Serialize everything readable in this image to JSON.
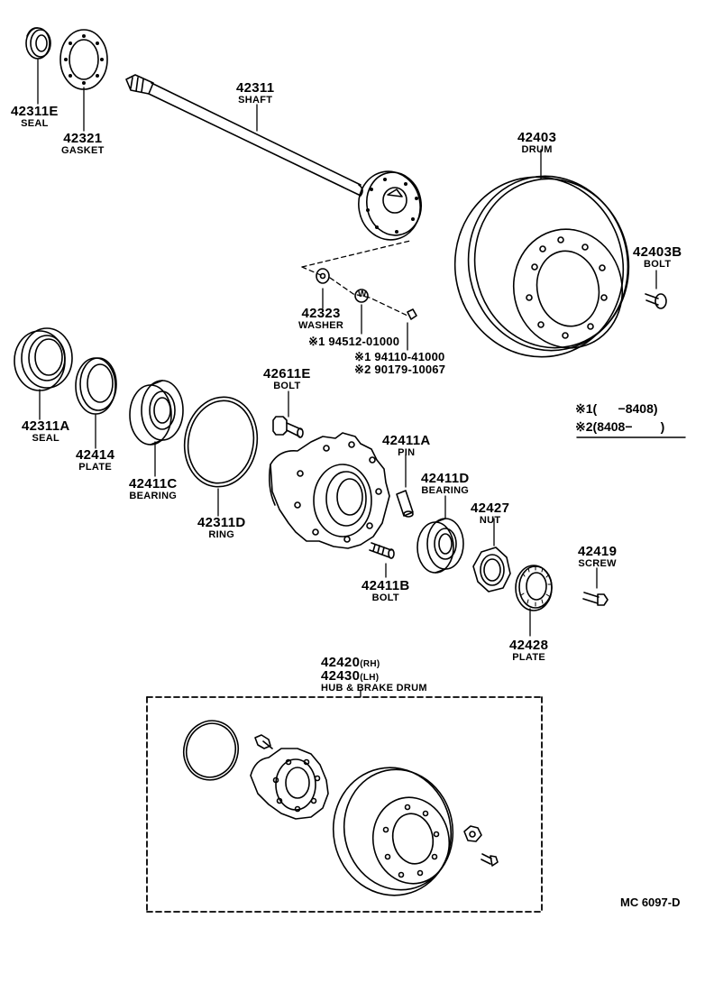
{
  "parts": [
    {
      "id": "seal_e",
      "number": "42311E",
      "name": "SEAL"
    },
    {
      "id": "gasket",
      "number": "42321",
      "name": "GASKET"
    },
    {
      "id": "shaft",
      "number": "42311",
      "name": "SHAFT"
    },
    {
      "id": "drum",
      "number": "42403",
      "name": "DRUM"
    },
    {
      "id": "drum_bolt",
      "number": "42403B",
      "name": "BOLT"
    },
    {
      "id": "washer",
      "number": "42323",
      "name": "WASHER"
    },
    {
      "id": "seal_a",
      "number": "42311A",
      "name": "SEAL"
    },
    {
      "id": "plate_14",
      "number": "42414",
      "name": "PLATE"
    },
    {
      "id": "bearing_c",
      "number": "42411C",
      "name": "BEARING"
    },
    {
      "id": "ring",
      "number": "42311D",
      "name": "RING"
    },
    {
      "id": "hub_bolt_e",
      "number": "42611E",
      "name": "BOLT"
    },
    {
      "id": "pin",
      "number": "42411A",
      "name": "PIN"
    },
    {
      "id": "bearing_d",
      "number": "42411D",
      "name": "BEARING"
    },
    {
      "id": "nut",
      "number": "42427",
      "name": "NUT"
    },
    {
      "id": "screw",
      "number": "42419",
      "name": "SCREW"
    },
    {
      "id": "hub_bolt_b",
      "number": "42411B",
      "name": "BOLT"
    },
    {
      "id": "plate_28",
      "number": "42428",
      "name": "PLATE"
    }
  ],
  "alternates": {
    "washer_alt1": "※1 94512-01000",
    "nut_alt1": "※1 94110-41000",
    "nut_alt2": "※2 90179-10067"
  },
  "assembly": {
    "number_rh": "42420",
    "suffix_rh": "(RH)",
    "number_lh": "42430",
    "suffix_lh": "(LH)",
    "name": "HUB & BRAKE DRUM"
  },
  "legend": {
    "line1_mark": "※1",
    "line1_range": "(      −8408)",
    "line2_mark": "※2",
    "line2_range": "(8408−        )"
  },
  "washer_marker": "W",
  "diagram_code": "MC  6097-D"
}
